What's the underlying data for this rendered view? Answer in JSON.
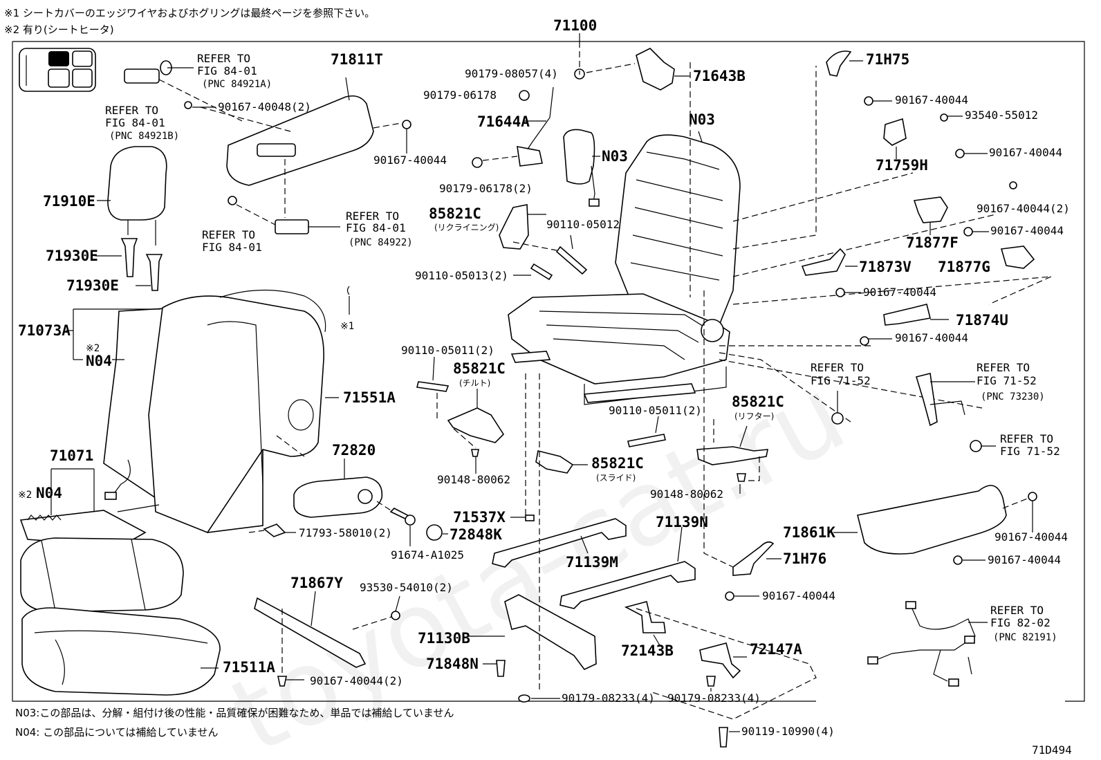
{
  "notes": {
    "top1": "※1 シートカバーのエッジワイヤおよびホグリングは最終ページを参照下さい。",
    "top2": "※2 有り(シートヒータ)",
    "bottom1": "N03:この部品は、分解・組付け後の性能・品質確保が困難なため、単品では補給していません",
    "bottom2": "N04: この部品については補給していません"
  },
  "assembly_number": "71100",
  "figure_id": "71D494",
  "watermark": "toyota-cat.ru",
  "icons": {
    "locator": "seat-locator-icon"
  },
  "labels": {
    "L71811T": "71811T",
    "Lref1a": "REFER TO",
    "Lref1b": "FIG 84-01",
    "Lref1c": "(PNC 84921A)",
    "Lref2a": "REFER TO",
    "Lref2b": "FIG 84-01",
    "Lref2c": "(PNC 84921B)",
    "L9016740048x2": "90167-40048(2)",
    "L9016740044a": "90167-40044",
    "L71910E": "71910E",
    "Lref3a": "REFER TO",
    "Lref3b": "FIG 84-01",
    "Lref4a": "REFER TO",
    "Lref4b": "FIG 84-01",
    "Lref4c": "(PNC 84922)",
    "L71930Ea": "71930E",
    "L71930Eb": "71930E",
    "L71073A": "71073A",
    "Lnote2a": "※2",
    "LN04a": "N04",
    "L71551A": "71551A",
    "L71071": "71071",
    "Lnote2b": "※2",
    "LN04b": "N04",
    "L72820": "72820",
    "L71793": "71793-58010(2)",
    "L72848K": "72848K",
    "L91674": "91674-A1025",
    "L71867Y": "71867Y",
    "L93530": "93530-54010(2)",
    "L71511A": "71511A",
    "L9016740044x2b": "90167-40044(2)",
    "Lnote1": "※1",
    "L90179_08057": "90179-08057(4)",
    "L71643B": "71643B",
    "L90179_06178": "90179-06178",
    "L71644A": "71644A",
    "LN03a": "N03",
    "LN03b": "N03",
    "L90179_06178x2": "90179-06178(2)",
    "L85821Ca": "85821C",
    "Lrecl": "(リクライニング)",
    "L90110_05012": "90110-05012",
    "L90110_05013": "90110-05013(2)",
    "L90110_05011a": "90110-05011(2)",
    "L85821Cb": "85821C",
    "Ltilt": "(チルト)",
    "L90148a": "90148-80062",
    "L90110_05011b": "90110-05011(2)",
    "L85821Cc": "85821C",
    "Llift": "(リフター)",
    "L85821Cd": "85821C",
    "Lslide": "(スライド)",
    "L90148b": "90148-80062",
    "L71537X": "71537X",
    "L71139N": "71139N",
    "L71139M": "71139M",
    "L71130B": "71130B",
    "L71848N": "71848N",
    "L72143B": "72143B",
    "L72147A": "72147A",
    "L90179_08233a": "90179-08233(4)",
    "L90179_08233b": "90179-08233(4)",
    "L90119": "90119-10990(4)",
    "L71H75": "71H75",
    "L90167_40044c": "90167-40044",
    "L93540": "93540-55012",
    "L71759H": "71759H",
    "L90167_40044d": "90167-40044",
    "L90167_40044x2e": "90167-40044(2)",
    "L90167_40044f": "90167-40044",
    "L71877F": "71877F",
    "L71873V": "71873V",
    "L71877G": "71877G",
    "L90167_40044g": "90167-40044",
    "L71874U": "71874U",
    "L90167_40044h": "90167-40044",
    "Lref5a": "REFER TO",
    "Lref5b": "FIG 71-52",
    "Lref6a": "REFER TO",
    "Lref6b": "FIG 71-52",
    "Lref6c": "(PNC 73230)",
    "Lref7a": "REFER TO",
    "Lref7b": "FIG 71-52",
    "L71861K": "71861K",
    "L90167_40044i": "90167-40044",
    "L90167_40044j": "90167-40044",
    "L71H76": "71H76",
    "L90167_40044k": "90167-40044",
    "Lref8a": "REFER TO",
    "Lref8b": "FIG 82-02",
    "Lref8c": "(PNC 82191)"
  }
}
